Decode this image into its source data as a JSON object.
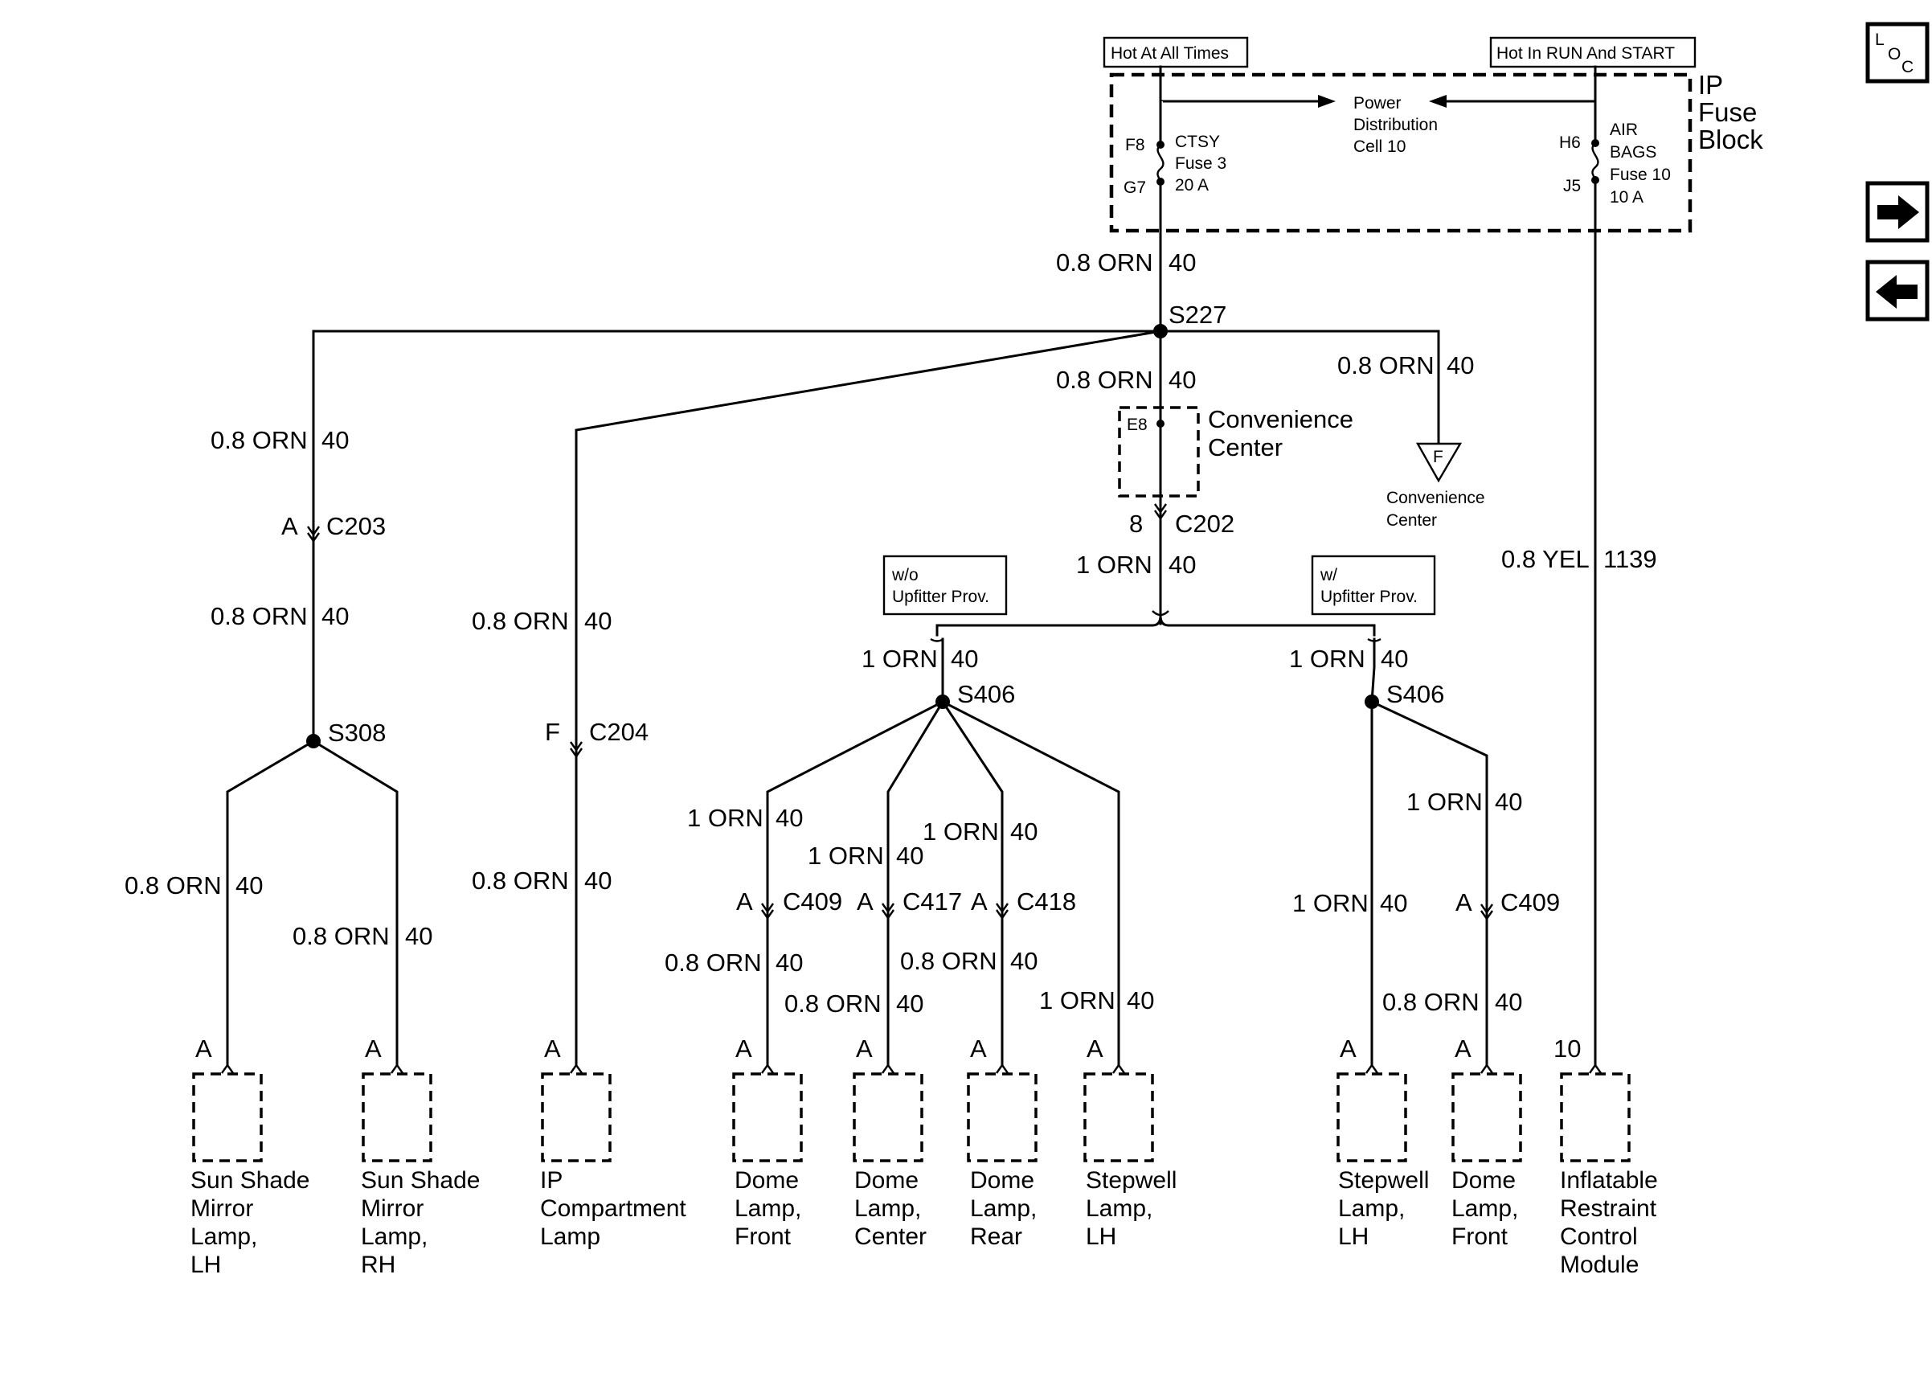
{
  "fuse_block": {
    "label_lines": [
      "IP",
      "Fuse",
      "Block"
    ],
    "hot_at_all_times": "Hot At All Times",
    "hot_in_run_start": "Hot In RUN And START",
    "pdc_lines": [
      "Power",
      "Distribution",
      "Cell 10"
    ],
    "ctsy": {
      "pin_in": "F8",
      "pin_out": "G7",
      "lines": [
        "CTSY",
        "Fuse 3",
        "20 A"
      ]
    },
    "airbags": {
      "pin_in": "H6",
      "pin_out": "J5",
      "lines": [
        "AIR",
        "BAGS",
        "Fuse 10",
        "10 A"
      ]
    }
  },
  "wires": {
    "w_0_8_orn": "0.8 ORN",
    "w_1_orn": "1 ORN",
    "w_0_8_yel": "0.8 YEL",
    "circuit_40": "40",
    "circuit_1139": "1139"
  },
  "splices": {
    "s227": "S227",
    "s308": "S308",
    "s406": "S406"
  },
  "connectors": {
    "c202": "C202",
    "c203": "C203",
    "c204": "C204",
    "c409": "C409",
    "c417": "C417",
    "c418": "C418",
    "pin_a": "A",
    "pin_f": "F",
    "pin_8": "8",
    "pin_10": "10",
    "pin_e8": "E8"
  },
  "convenience_center": {
    "lines": [
      "Convenience",
      "Center"
    ],
    "ground_letter": "F"
  },
  "options": {
    "without": [
      "w/o",
      "Upfitter Prov."
    ],
    "with": [
      "w/",
      "Upfitter Prov."
    ]
  },
  "components": [
    {
      "id": "sun-shade-lh",
      "lines": [
        "Sun Shade",
        "Mirror",
        "Lamp,",
        "LH"
      ]
    },
    {
      "id": "sun-shade-rh",
      "lines": [
        "Sun Shade",
        "Mirror",
        "Lamp,",
        "RH"
      ]
    },
    {
      "id": "ip-compartment",
      "lines": [
        "IP",
        "Compartment",
        "Lamp"
      ]
    },
    {
      "id": "dome-front-1",
      "lines": [
        "Dome",
        "Lamp,",
        "Front"
      ]
    },
    {
      "id": "dome-center",
      "lines": [
        "Dome",
        "Lamp,",
        "Center"
      ]
    },
    {
      "id": "dome-rear",
      "lines": [
        "Dome",
        "Lamp,",
        "Rear"
      ]
    },
    {
      "id": "stepwell-1",
      "lines": [
        "Stepwell",
        "Lamp,",
        "LH"
      ]
    },
    {
      "id": "stepwell-2",
      "lines": [
        "Stepwell",
        "Lamp,",
        "LH"
      ]
    },
    {
      "id": "dome-front-2",
      "lines": [
        "Dome",
        "Lamp,",
        "Front"
      ]
    },
    {
      "id": "inflatable",
      "lines": [
        "Inflatable",
        "Restraint",
        "Control",
        "Module"
      ]
    }
  ],
  "nav": {
    "loc_l": "L",
    "loc_o": "O",
    "loc_c": "C",
    "next_glyph": "➡",
    "prev_glyph": "⬅"
  }
}
